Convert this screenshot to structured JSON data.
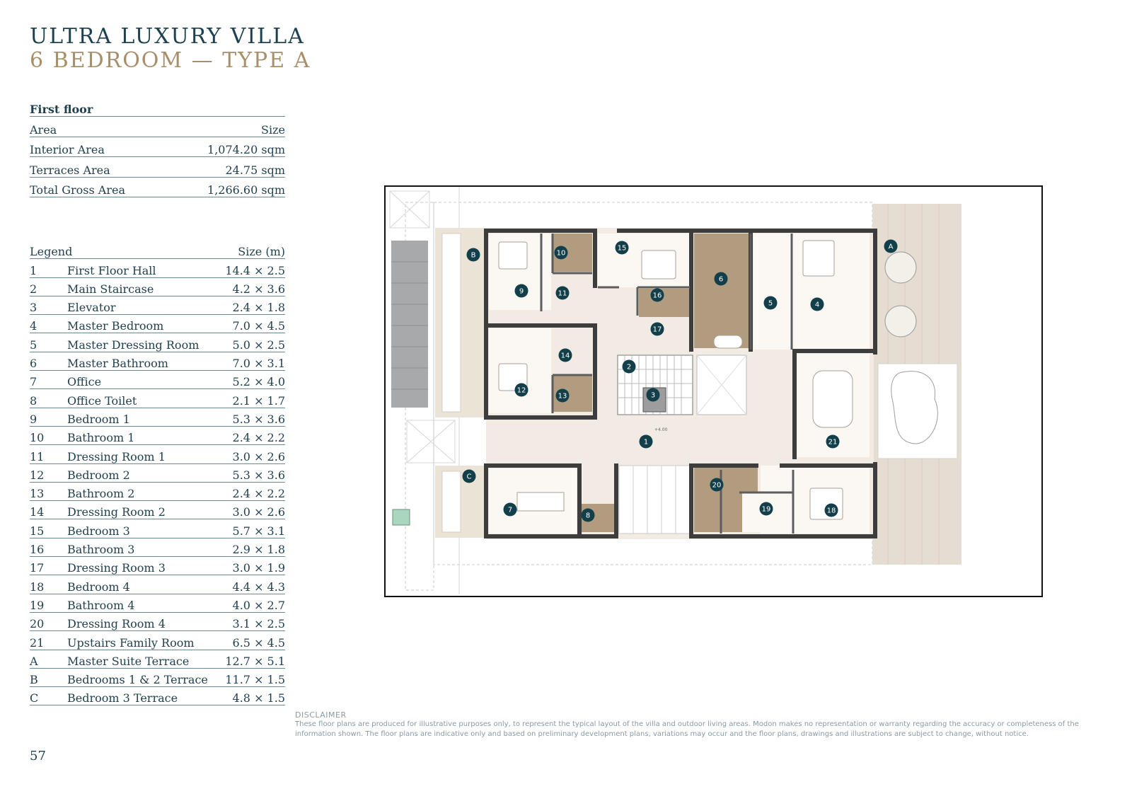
{
  "title": {
    "line1": "ULTRA LUXURY VILLA",
    "line2": "6 BEDROOM — TYPE A"
  },
  "area_table": {
    "heading": "First floor",
    "col_area": "Area",
    "col_size": "Size",
    "rows": [
      {
        "label": "Interior Area",
        "value": "1,074.20 sqm"
      },
      {
        "label": "Terraces Area",
        "value": "24.75 sqm"
      },
      {
        "label": "Total Gross Area",
        "value": "1,266.60 sqm"
      }
    ]
  },
  "legend": {
    "col_legend": "Legend",
    "col_size": "Size (m)",
    "rows": [
      {
        "key": "1",
        "name": "First Floor Hall",
        "size": "14.4 × 2.5"
      },
      {
        "key": "2",
        "name": "Main Staircase",
        "size": "4.2 × 3.6"
      },
      {
        "key": "3",
        "name": "Elevator",
        "size": "2.4 × 1.8"
      },
      {
        "key": "4",
        "name": "Master Bedroom",
        "size": "7.0 × 4.5"
      },
      {
        "key": "5",
        "name": "Master Dressing Room",
        "size": "5.0 × 2.5"
      },
      {
        "key": "6",
        "name": "Master Bathroom",
        "size": "7.0 × 3.1"
      },
      {
        "key": "7",
        "name": "Office",
        "size": "5.2 × 4.0"
      },
      {
        "key": "8",
        "name": "Office Toilet",
        "size": "2.1 × 1.7"
      },
      {
        "key": "9",
        "name": "Bedroom 1",
        "size": "5.3 × 3.6"
      },
      {
        "key": "10",
        "name": "Bathroom 1",
        "size": "2.4 × 2.2"
      },
      {
        "key": "11",
        "name": "Dressing Room 1",
        "size": "3.0 × 2.6"
      },
      {
        "key": "12",
        "name": "Bedroom 2",
        "size": "5.3 × 3.6"
      },
      {
        "key": "13",
        "name": "Bathroom 2",
        "size": "2.4 × 2.2"
      },
      {
        "key": "14",
        "name": "Dressing Room 2",
        "size": "3.0 × 2.6"
      },
      {
        "key": "15",
        "name": "Bedroom 3",
        "size": "5.7 × 3.1"
      },
      {
        "key": "16",
        "name": "Bathroom 3",
        "size": "2.9 × 1.8"
      },
      {
        "key": "17",
        "name": "Dressing Room 3",
        "size": "3.0 × 1.9"
      },
      {
        "key": "18",
        "name": "Bedroom 4",
        "size": "4.4 × 4.3"
      },
      {
        "key": "19",
        "name": "Bathroom 4",
        "size": "4.0 × 2.7"
      },
      {
        "key": "20",
        "name": "Dressing Room 4",
        "size": "3.1 × 2.5"
      },
      {
        "key": "21",
        "name": "Upstairs Family Room",
        "size": "6.5 × 4.5"
      },
      {
        "key": "A",
        "name": "Master Suite Terrace",
        "size": "12.7 × 5.1"
      },
      {
        "key": "B",
        "name": "Bedrooms 1 & 2 Terrace",
        "size": "11.7 × 1.5"
      },
      {
        "key": "C",
        "name": "Bedroom 3 Terrace",
        "size": "4.8 × 1.5"
      }
    ]
  },
  "plan": {
    "markers": [
      "1",
      "2",
      "3",
      "4",
      "5",
      "6",
      "7",
      "8",
      "9",
      "10",
      "11",
      "12",
      "13",
      "14",
      "15",
      "16",
      "17",
      "18",
      "19",
      "20",
      "21",
      "A",
      "B",
      "C"
    ],
    "level_note": "+4.00"
  },
  "disclaimer": {
    "heading": "DISCLAIMER",
    "text": "These floor plans are produced for illustrative purposes only, to represent the typical layout of the villa and outdoor living areas. Modon makes no representation or warranty regarding the accuracy or completeness of the information shown. The floor plans are indicative only and based on preliminary development plans, variations may occur and the floor plans, drawings and illustrations are subject to change, without notice."
  },
  "page_number": "57",
  "colors": {
    "navy": "#1d4150",
    "gold": "#a88f6a",
    "marker": "#123f4a",
    "wall": "#3d3d3d",
    "wood": "#b29c7f",
    "floor": "#f1ebe3"
  }
}
